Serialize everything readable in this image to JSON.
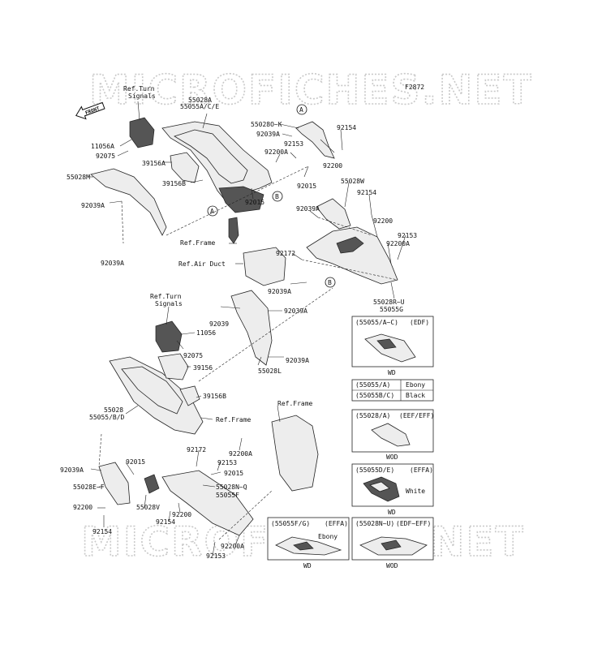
{
  "watermark": "MICROFICHES.NET",
  "figure_code": "F2872",
  "front_label": "FRONT",
  "callouts": {
    "a": "A",
    "b": "B"
  },
  "labels": [
    {
      "id": "ref-turn-signals-1",
      "text": "Ref.Turn\nSignals"
    },
    {
      "id": "p55028a",
      "text": "55028A"
    },
    {
      "id": "p55055ace",
      "text": "55055A/C/E"
    },
    {
      "id": "p55028ok",
      "text": "55028O~K"
    },
    {
      "id": "p92039a-1",
      "text": "92039A"
    },
    {
      "id": "p92154-1",
      "text": "92154"
    },
    {
      "id": "p92153-1",
      "text": "92153"
    },
    {
      "id": "p11056a",
      "text": "11056A"
    },
    {
      "id": "p92075-1",
      "text": "92075"
    },
    {
      "id": "p92200a-1",
      "text": "92200A"
    },
    {
      "id": "p39156a",
      "text": "39156A"
    },
    {
      "id": "p92200-1",
      "text": "92200"
    },
    {
      "id": "p55028m",
      "text": "55028M"
    },
    {
      "id": "p39156b-1",
      "text": "39156B"
    },
    {
      "id": "p92015-1",
      "text": "92015"
    },
    {
      "id": "p55028w",
      "text": "55028W"
    },
    {
      "id": "p92039a-2",
      "text": "92039A"
    },
    {
      "id": "p92015-2",
      "text": "92015"
    },
    {
      "id": "p92154-2",
      "text": "92154"
    },
    {
      "id": "p92039a-3",
      "text": "92039A"
    },
    {
      "id": "ref-frame-1",
      "text": "Ref.Frame"
    },
    {
      "id": "p92200-2",
      "text": "92200"
    },
    {
      "id": "p92153-2",
      "text": "92153"
    },
    {
      "id": "p92200a-2",
      "text": "92200A"
    },
    {
      "id": "p92039a-4",
      "text": "92039A"
    },
    {
      "id": "p92172-1",
      "text": "92172"
    },
    {
      "id": "ref-air-duct",
      "text": "Ref.Air Duct"
    },
    {
      "id": "p92039a-5",
      "text": "92039A"
    },
    {
      "id": "p55028ru",
      "text": "55028R~U"
    },
    {
      "id": "p55055g",
      "text": "55055G"
    },
    {
      "id": "ref-turn-signals-2",
      "text": "Ref.Turn\nSignals"
    },
    {
      "id": "p92039-1",
      "text": "92039"
    },
    {
      "id": "p92039a-6",
      "text": "92039A"
    },
    {
      "id": "p11056",
      "text": "11056"
    },
    {
      "id": "p92075-2",
      "text": "92075"
    },
    {
      "id": "p92039a-7",
      "text": "92039A"
    },
    {
      "id": "p39156",
      "text": "39156"
    },
    {
      "id": "p55028l",
      "text": "55028L"
    },
    {
      "id": "p39156b-2",
      "text": "39156B"
    },
    {
      "id": "p55028",
      "text": "55028"
    },
    {
      "id": "p55055bd",
      "text": "55055/B/D"
    },
    {
      "id": "ref-frame-2",
      "text": "Ref.Frame"
    },
    {
      "id": "ref-frame-3",
      "text": "Ref.Frame"
    },
    {
      "id": "p92200a-3",
      "text": "92200A"
    },
    {
      "id": "p92172-2",
      "text": "92172"
    },
    {
      "id": "p92039a-8",
      "text": "92039A"
    },
    {
      "id": "p92015-3",
      "text": "92015"
    },
    {
      "id": "p92153-3",
      "text": "92153"
    },
    {
      "id": "p92015-4",
      "text": "92015"
    },
    {
      "id": "p55028ef",
      "text": "55028E~F"
    },
    {
      "id": "p55028nq",
      "text": "55028N~Q"
    },
    {
      "id": "p55055f",
      "text": "55055F"
    },
    {
      "id": "p92200-3",
      "text": "92200"
    },
    {
      "id": "p55028v",
      "text": "55028V"
    },
    {
      "id": "p92200-4",
      "text": "92200"
    },
    {
      "id": "p92154-3",
      "text": "92154"
    },
    {
      "id": "p92154-4",
      "text": "92154"
    },
    {
      "id": "p92200a-4",
      "text": "92200A"
    },
    {
      "id": "p92153-4",
      "text": "92153"
    }
  ],
  "insets": {
    "edf": {
      "code": "(55055/A~C)",
      "variant": "(EDF)",
      "caption": "WD"
    },
    "color_table": {
      "rows": [
        [
          "(55055/A)",
          "Ebony"
        ],
        [
          "(55055B/C)",
          "Black"
        ]
      ]
    },
    "eef": {
      "code": "(55028/A)",
      "variant": "(EEF/EFF)",
      "caption": "WOD"
    },
    "effa1": {
      "code": "(55055D/E)",
      "variant": "(EFFA)",
      "note": "White",
      "caption": "WD"
    },
    "effa2": {
      "code": "(55055F/G)",
      "variant": "(EFFA)",
      "note": "Ebony",
      "caption": "WD"
    },
    "edfeff": {
      "code": "(55028N~U)",
      "variant": "(EDF~EFF)",
      "caption": "WOD"
    }
  }
}
